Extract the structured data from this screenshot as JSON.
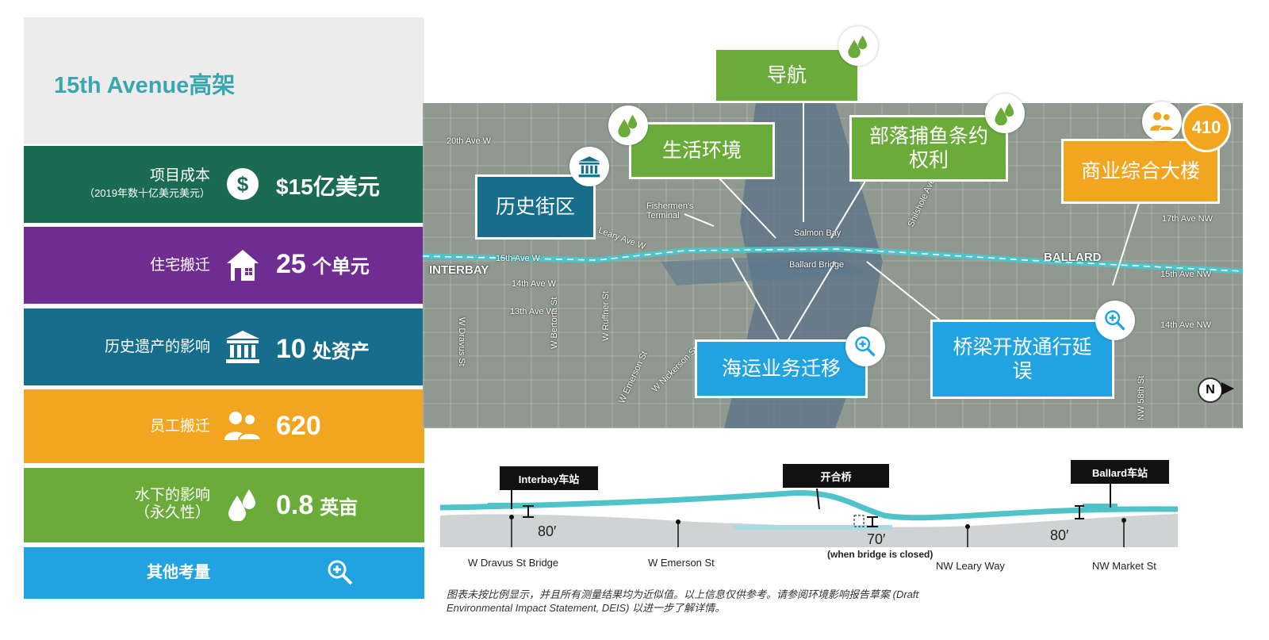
{
  "title": "15th Avenue高架",
  "rows": [
    {
      "label": "项目成本",
      "sub": "（2019年数十亿美元美元）",
      "value": "$15亿美元",
      "unit": "",
      "icon": "dollar-icon"
    },
    {
      "label": "住宅搬迁",
      "sub": "",
      "value": "25",
      "unit": "个单元",
      "icon": "house-icon"
    },
    {
      "label": "历史遗产的影响",
      "sub": "",
      "value": "10",
      "unit": "处资产",
      "icon": "historic-building-icon"
    },
    {
      "label": "员工搬迁",
      "sub": "",
      "value": "620",
      "unit": "",
      "icon": "people-icon"
    },
    {
      "label": "水下的影响",
      "sub": "（永久性）",
      "value": "0.8",
      "unit": "英亩",
      "icon": "water-drops-icon"
    },
    {
      "label": "其他考量",
      "sub": "",
      "value": "",
      "unit": "",
      "icon": "zoom-in-icon"
    }
  ],
  "map": {
    "callouts": {
      "navigation": "导航",
      "living": "生活环境",
      "treaty": "部落捕鱼条约\n权利",
      "historic": "历史街区",
      "commercial": "商业综合大楼",
      "maritime": "海运业务迁移",
      "bridge_delay": "桥梁开放通行延\n误"
    },
    "badge_410": "410",
    "north": "N",
    "streets": {
      "s20": "20th Ave W",
      "fisherman": "Fishermen's\nTerminal",
      "salmon": "Salmon Bay",
      "shilshole": "Shilshole Ave NW",
      "s15w": "15th Ave W",
      "leary": "Leary Ave W",
      "ballard_bridge": "Ballard Bridge",
      "s14w": "14th Ave W",
      "s13w": "13th Ave W",
      "s17nw": "17th Ave NW",
      "s15nw": "15th Ave NW",
      "s14nw": "14th Ave NW",
      "interbay": "INTERBAY",
      "ballard": "BALLARD",
      "dravus": "W Dravus St",
      "bertona": "W Bertona St",
      "ruffner": "W Ruffner St",
      "emerson": "W Emerson St",
      "nickerson": "W Nickerson St",
      "nw58": "NW 58th St"
    }
  },
  "profile": {
    "tags": {
      "interbay": "Interbay车站",
      "bridge": "开合桥",
      "ballard": "Ballard车站"
    },
    "heights": {
      "left": "80′",
      "mid": "70′",
      "right": "80′"
    },
    "mid_note": "(when bridge is closed)",
    "points": [
      "W Dravus St Bridge",
      "W Emerson St",
      "NW Leary Way",
      "NW Market St"
    ]
  },
  "footnote": "图表未按比例显示，并且所有测量结果均为近似值。以上信息仅供参考。请参阅环境影响报告草案 (Draft Environmental Impact Statement, DEIS) 以进一步了解详情。",
  "colors": {
    "green_dark": "#1b6b53",
    "purple": "#6f2c91",
    "teal": "#176e8c",
    "orange": "#f2a51f",
    "green": "#6aab3a",
    "blue": "#20a3e0",
    "title": "#3aa6b0",
    "guideway": "#4fc3c8"
  }
}
